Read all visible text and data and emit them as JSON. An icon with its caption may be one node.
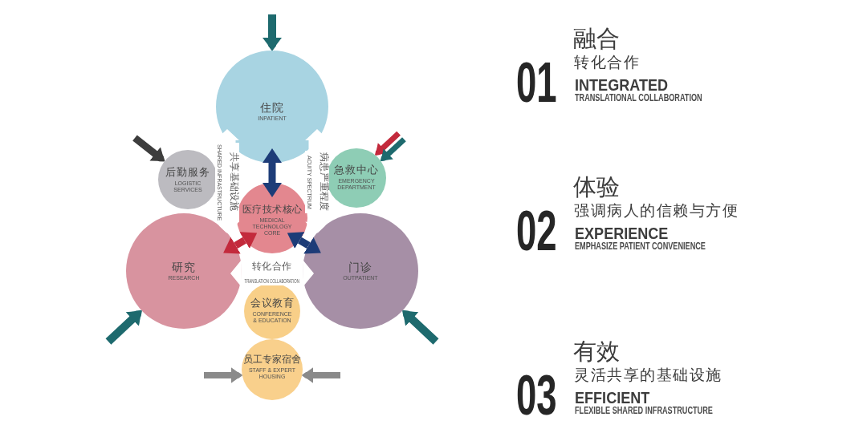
{
  "diagram": {
    "nodes": [
      {
        "text": [
          "住院",
          "INPATIENT"
        ]
      },
      {
        "text": [
          "后勤服务",
          "LOGISTIC SERVICES"
        ]
      },
      {
        "text": [
          "急救中心",
          "EMERGENCY DEPARTMENT"
        ]
      },
      {
        "text": [
          "医疗技术核心",
          "MEDICAL TECHNOLOGY CORE"
        ]
      },
      {
        "text": [
          "研究",
          "RESEARCH"
        ]
      },
      {
        "text": [
          "门诊",
          "OUTPATIENT"
        ]
      },
      {
        "text": [
          "会议教育",
          "CONFERENCE & EDUCATION"
        ]
      },
      {
        "text": [
          "员工专家宿舍",
          "STAFF & EXPERT HOUSING"
        ]
      }
    ],
    "edges": [
      {
        "from": null,
        "to": 0,
        "arrow": "to",
        "color": "#1e6a6e"
      },
      {
        "from": null,
        "to": 1,
        "arrow": "to",
        "color": "#3d3d3d"
      },
      {
        "from": null,
        "to": 2,
        "arrow": "to",
        "color": "#c32a3c"
      },
      {
        "from": null,
        "to": 2,
        "arrow": "to",
        "color": "#1e6a6e"
      },
      {
        "from": null,
        "to": 4,
        "arrow": "to",
        "color": "#1e6a6e"
      },
      {
        "from": null,
        "to": 5,
        "arrow": "to",
        "color": "#1e6a6e"
      },
      {
        "from": null,
        "to": 7,
        "arrow": "to",
        "color": "#8a8a8a"
      },
      {
        "from": null,
        "to": 7,
        "arrow": "to",
        "color": "#8a8a8a"
      },
      {
        "from": 0,
        "to": 3,
        "arrow": "both",
        "color": "#1d3c78"
      },
      {
        "from": 3,
        "to": 4,
        "arrow": "both",
        "color": "#c32a3c"
      },
      {
        "from": 3,
        "to": 5,
        "arrow": "both",
        "color": "#1d3c78"
      },
      {
        "from": 4,
        "to": 0,
        "arrow": "both",
        "label": "共享基础设施 SHARED INFRASTRUCTURE",
        "style": "thick",
        "color": "#ffffff"
      },
      {
        "from": 5,
        "to": 0,
        "arrow": "both",
        "label": "病患严重程度 ACUITY SPECTRUM",
        "style": "thick",
        "color": "#ffffff"
      },
      {
        "from": 4,
        "to": 5,
        "arrow": "both",
        "label": "转化合作 TRANSLATION COLLABORATION",
        "style": "thick",
        "color": "#ffffff"
      }
    ],
    "labels": [
      "01",
      "融合",
      "转化合作",
      "INTEGRATED",
      "TRANSLATIONAL COLLABORATION",
      "02",
      "体验",
      "强调病人的信赖与方便",
      "EXPERIENCE",
      "EMPHASIZE PATIENT CONVENIENCE",
      "03",
      "有效",
      "灵活共享的基础设施",
      "EFFICIENT",
      "FLEXIBLE SHARED INFRASTRUCTURE"
    ]
  }
}
